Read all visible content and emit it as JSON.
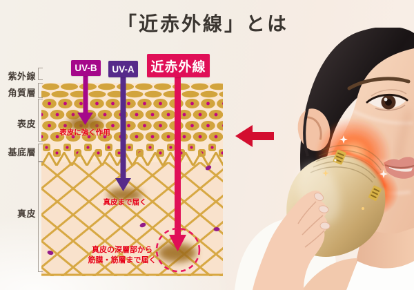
{
  "title": "「近赤外線」とは",
  "diagram": {
    "layers": [
      {
        "label": "紫外線"
      },
      {
        "label": "角質層"
      },
      {
        "label": "表皮"
      },
      {
        "label": "基底層"
      },
      {
        "label": "真皮"
      }
    ],
    "rays": [
      {
        "label": "UV-B",
        "color": "#a5088a"
      },
      {
        "label": "UV-A",
        "color": "#562a8a"
      },
      {
        "label": "近赤外線",
        "color": "#e00f57"
      }
    ],
    "annotations": {
      "uvb": "表皮に強く作用",
      "uva": "真皮まで届く",
      "nir_line1": "真皮の深層部から",
      "nir_line2": "筋膜・筋層まで届く"
    }
  },
  "colors": {
    "background": "#f4f0e9",
    "title_text": "#3a3530",
    "annotation_red": "#e60017",
    "pointer_arrow_red": "#d30e2f",
    "cell_gold": "#d2a43d",
    "cell_dot_magenta": "#c00680",
    "skin_bg_upper": "#fbe7d2",
    "skin_bg_dermis": "#f9e2cc",
    "device_gold": "#d9bd8a"
  }
}
